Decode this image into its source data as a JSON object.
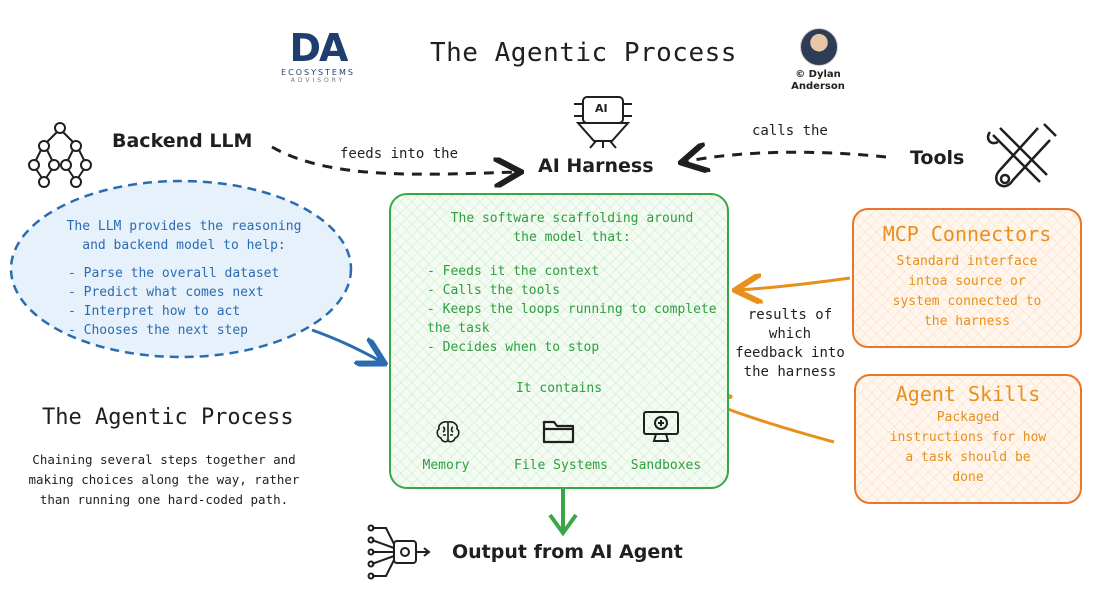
{
  "header": {
    "logo_mark": "DA",
    "logo_line1": "ECOSYSTEMS",
    "logo_line2": "ADVISORY",
    "title": "The Agentic Process",
    "author_line1": "© Dylan",
    "author_line2": "Anderson"
  },
  "nodes": {
    "backend_llm": "Backend LLM",
    "ai_harness": "AI Harness",
    "tools": "Tools",
    "output": "Output from AI Agent",
    "ai_chip_label": "AI"
  },
  "edges": {
    "feeds_into": "feeds into the",
    "calls_the": "calls the",
    "results_feedback": [
      "results of",
      "which",
      "feedback into",
      "the harness"
    ]
  },
  "llm_bubble": {
    "intro": [
      "The LLM provides the reasoning",
      "and backend model to help:"
    ],
    "items": [
      "- Parse the overall dataset",
      "- Predict what comes next",
      "- Interpret how to act",
      "- Chooses the next step"
    ]
  },
  "harness_box": {
    "intro": [
      "The software scaffolding around",
      "the model that:"
    ],
    "items": [
      "- Feeds it the context",
      "- Calls the tools",
      "- Keeps the loops running to complete",
      "the task",
      "- Decides when to stop"
    ],
    "contains": "It contains",
    "components": [
      {
        "label": "Memory",
        "icon": "brain-icon"
      },
      {
        "label": "File Systems",
        "icon": "folder-icon"
      },
      {
        "label": "Sandboxes",
        "icon": "monitor-icon"
      }
    ]
  },
  "mcp": {
    "title": "MCP Connectors",
    "desc": [
      "Standard interface",
      "intoa source or",
      "system connected to",
      "the harness"
    ]
  },
  "skills": {
    "title": "Agent Skills",
    "desc": [
      "Packaged",
      "instructions for how",
      "a task should be",
      "done"
    ]
  },
  "agentic_note": {
    "title": "The Agentic Process",
    "lines": [
      "Chaining several steps together and",
      "making choices along the way, rather",
      "than running one hard-coded path."
    ]
  },
  "colors": {
    "green": "#3aa646",
    "blue": "#2b6cb0",
    "orange": "#e8901c",
    "ink": "#1f1f1f"
  }
}
